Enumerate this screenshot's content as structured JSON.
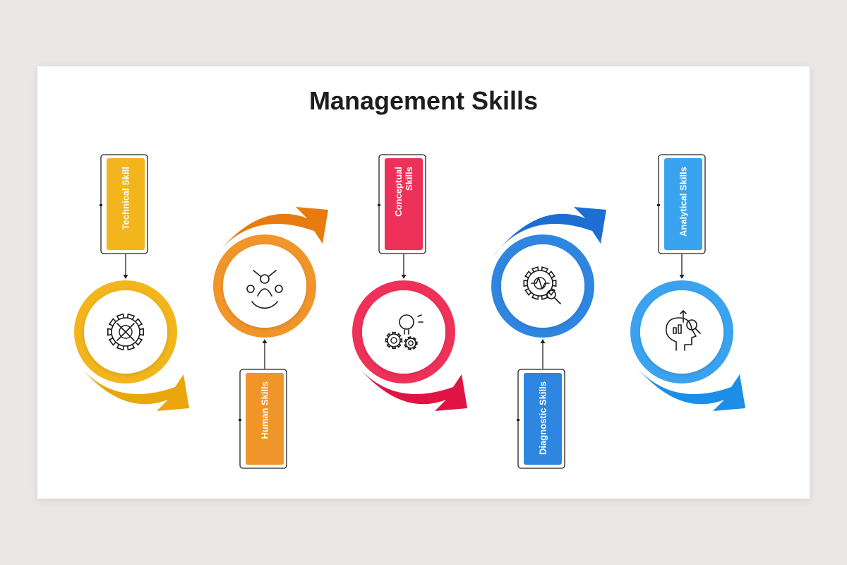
{
  "title": "Management Skills",
  "steps": [
    {
      "lines": [
        "Technical Skill"
      ],
      "color": "#f2b51b",
      "dark": "#e9a70d",
      "icon": "wrench-gear-icon"
    },
    {
      "lines": [
        "Human Skills"
      ],
      "color": "#f0952a",
      "dark": "#e87b10",
      "icon": "team-people-icon"
    },
    {
      "lines": [
        "Conceptual",
        "Skills"
      ],
      "color": "#ee3158",
      "dark": "#df1444",
      "icon": "lightbulb-gears-icon"
    },
    {
      "lines": [
        "Diagnostic Skills"
      ],
      "color": "#2f86e0",
      "dark": "#1c6fd1",
      "icon": "gear-magnifier-icon"
    },
    {
      "lines": [
        "Analytical Skills"
      ],
      "color": "#3aa3ef",
      "dark": "#1c8ee8",
      "icon": "head-analytics-icon"
    }
  ]
}
